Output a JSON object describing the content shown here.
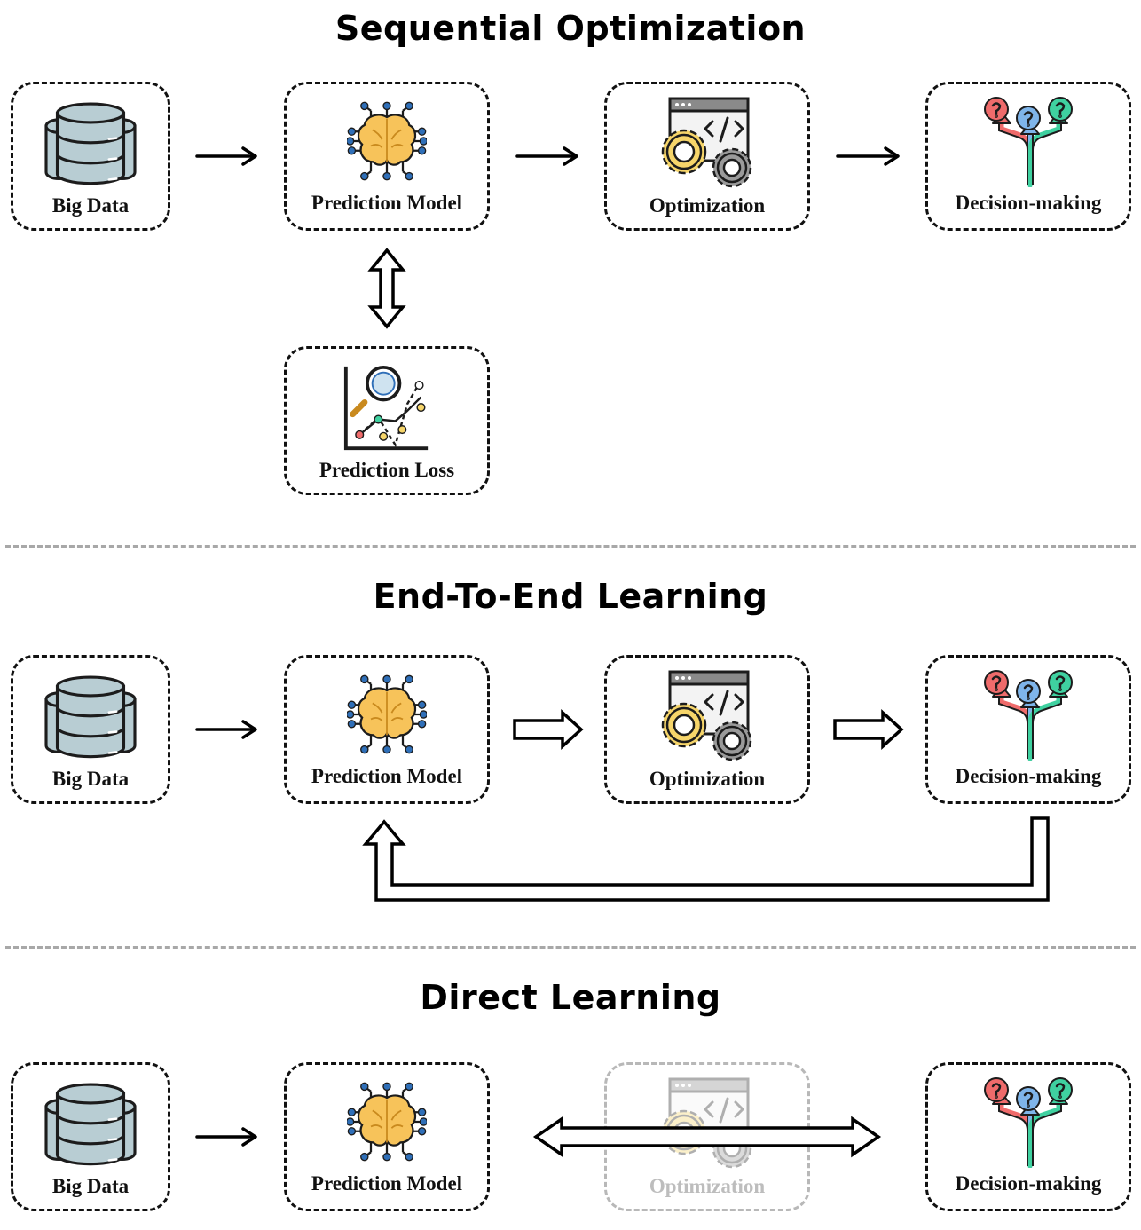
{
  "sections": [
    {
      "title": "Sequential Optimization",
      "nodes": {
        "big_data": "Big Data",
        "prediction_model": "Prediction Model",
        "optimization": "Optimization",
        "decision_making": "Decision-making",
        "prediction_loss": "Prediction Loss"
      }
    },
    {
      "title": "End-To-End Learning",
      "nodes": {
        "big_data": "Big Data",
        "prediction_model": "Prediction Model",
        "optimization": "Optimization",
        "decision_making": "Decision-making"
      }
    },
    {
      "title": "Direct Learning",
      "nodes": {
        "big_data": "Big Data",
        "prediction_model": "Prediction Model",
        "optimization": "Optimization",
        "decision_making": "Decision-making"
      }
    }
  ],
  "icons": {
    "big_data": "database-icon",
    "prediction_model": "brain-circuit-icon",
    "optimization": "code-gears-icon",
    "decision_making": "decision-arrows-icon",
    "prediction_loss": "chart-magnifier-icon"
  },
  "colors": {
    "database": "#b8cdd3",
    "brain": "#f7c35a",
    "circuit": "#2f6fb8",
    "gear_yellow": "#f6d56a",
    "gear_gray": "#9a9a9a",
    "decision_red": "#ef6b6b",
    "decision_blue": "#7fb5ea",
    "decision_green": "#3fd1a0",
    "faded": "#b8b8b8"
  }
}
